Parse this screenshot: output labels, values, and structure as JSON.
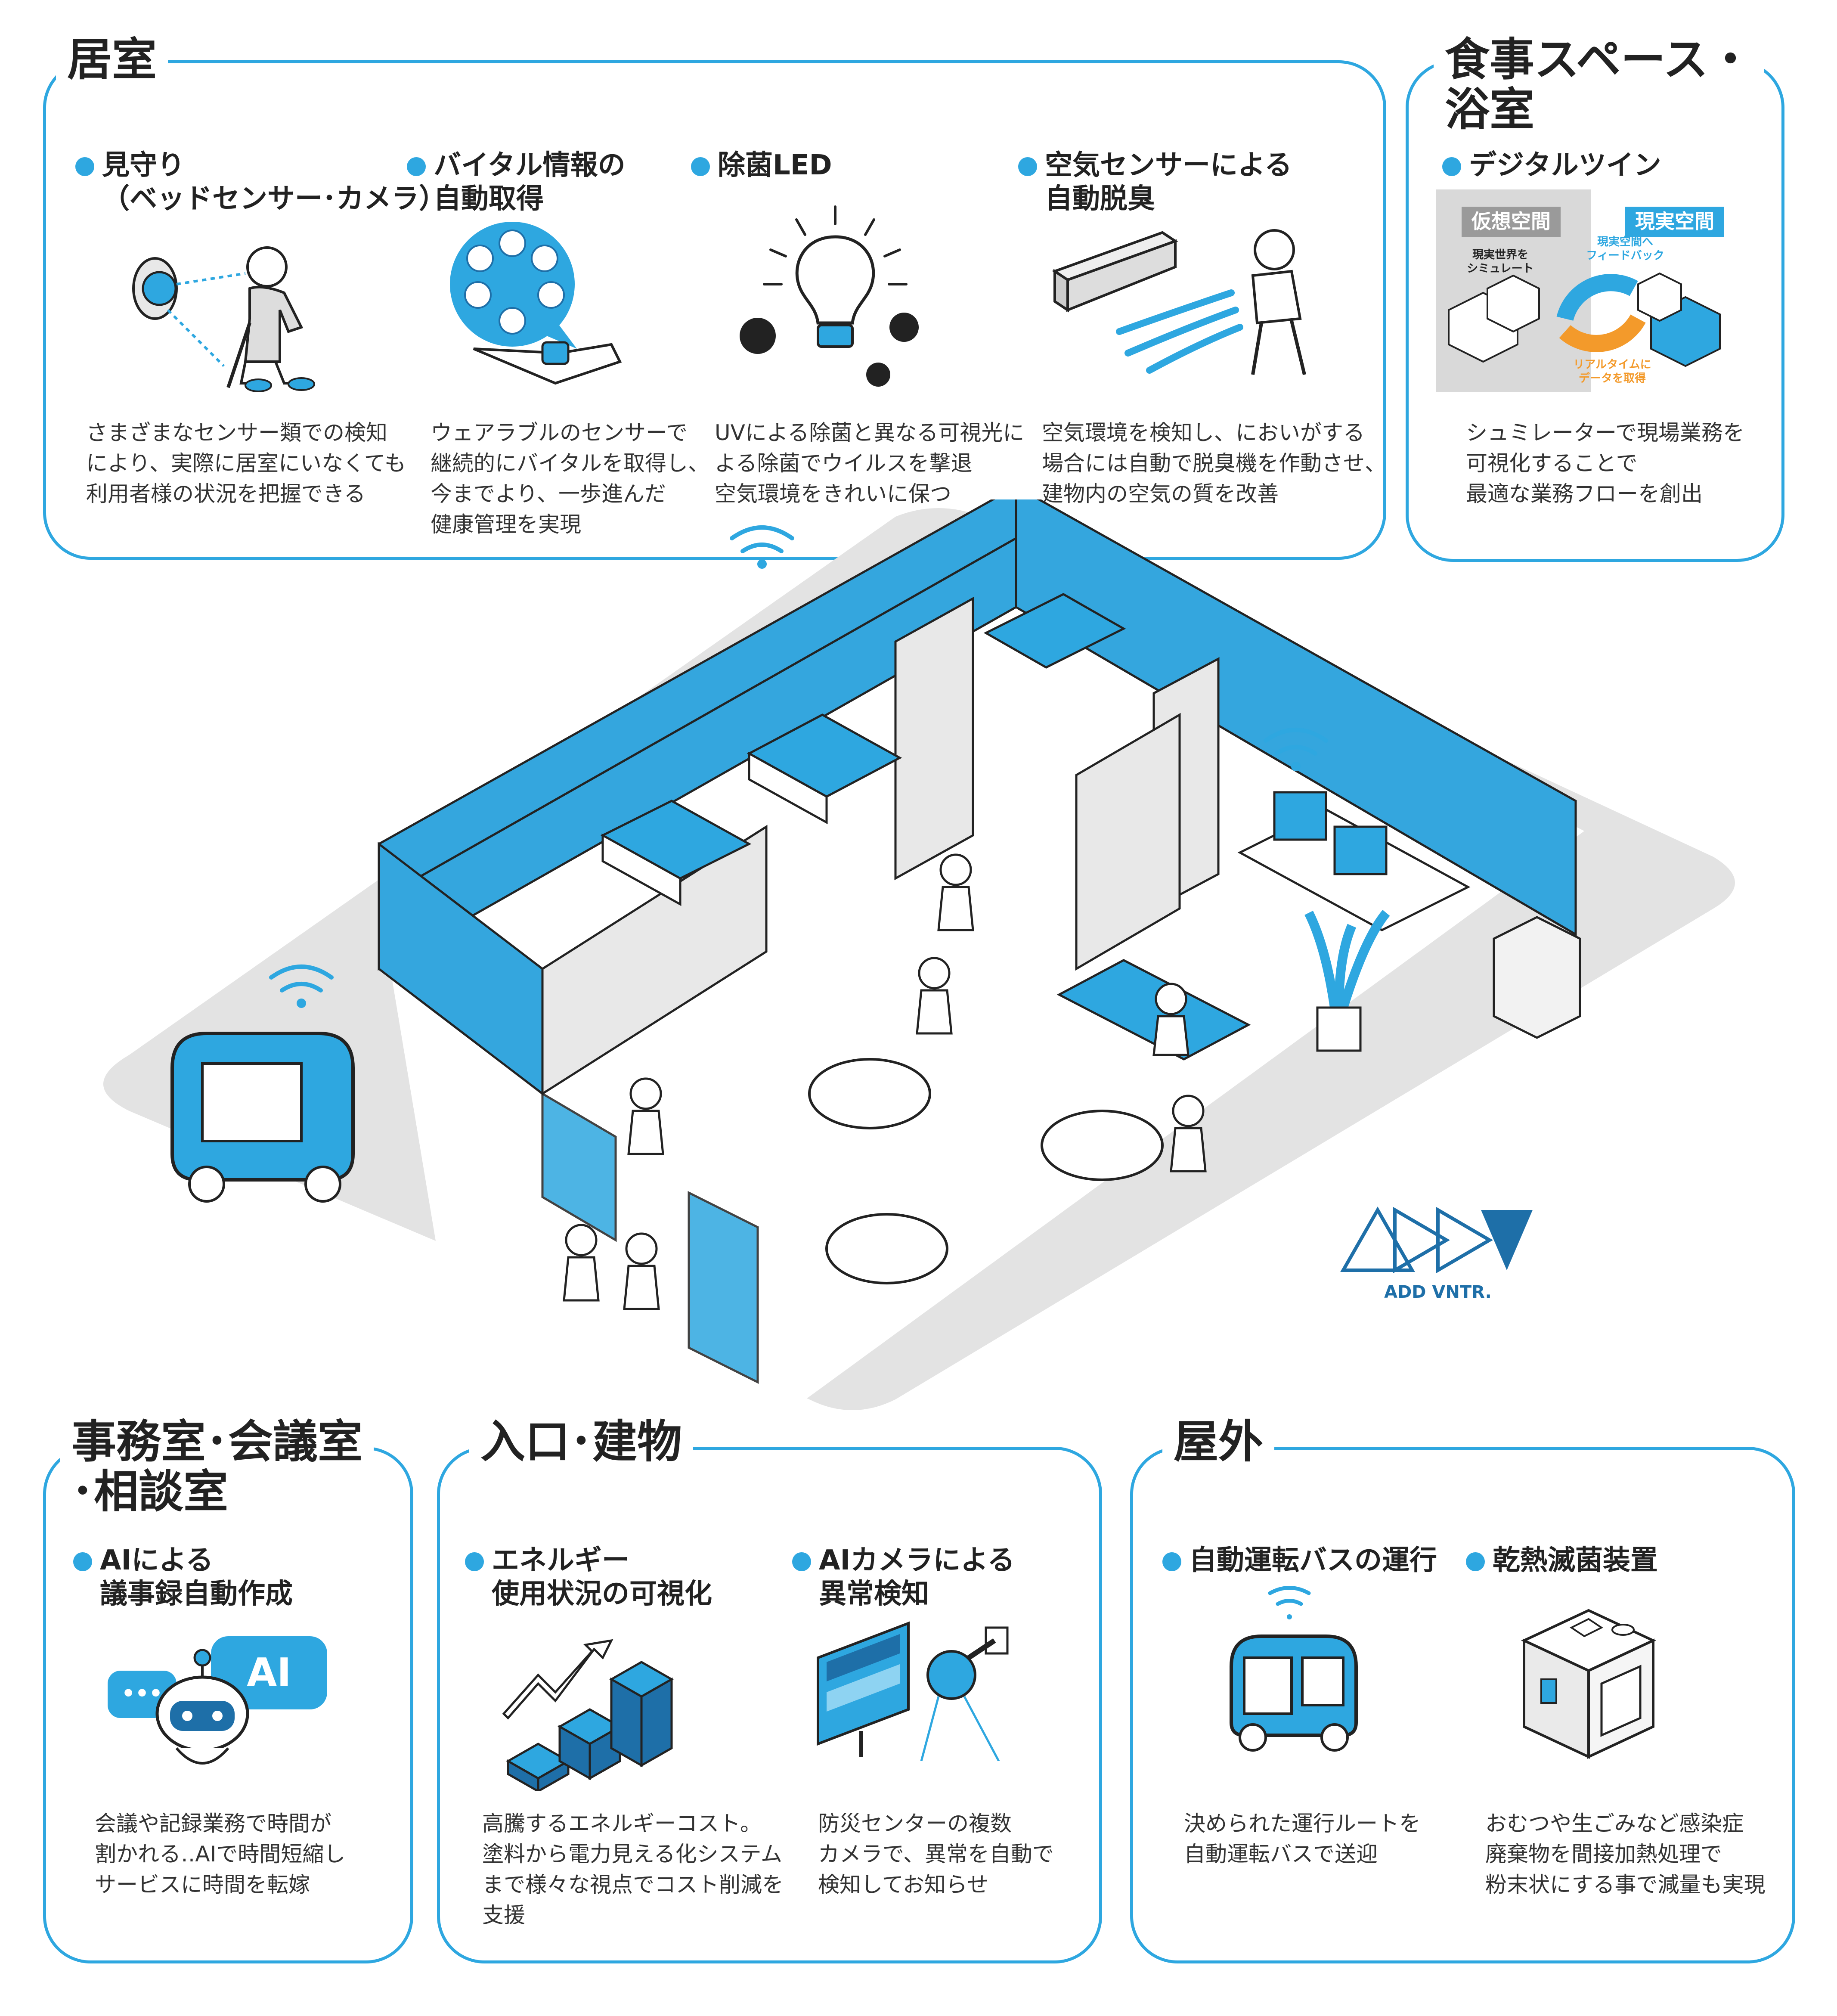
{
  "panels": {
    "kyoshitsu": {
      "title": "居室",
      "features": [
        {
          "title": "見守り\n（ベッドセンサー･カメラ）",
          "desc": "さまざまなセンサー類での検知\nにより、実際に居室にいなくても\n利用者様の状況を把握できる"
        },
        {
          "title": "バイタル情報の\n自動取得",
          "desc": "ウェアラブルのセンサーで\n継続的にバイタルを取得し、\n今までより、一歩進んだ\n健康管理を実現"
        },
        {
          "title": "除菌LED",
          "desc": "UVによる除菌と異なる可視光に\nよる除菌でウイルスを撃退\n空気環境をきれいに保つ"
        },
        {
          "title": "空気センサーによる\n自動脱臭",
          "desc": "空気環境を検知し、においがする\n場合には自動で脱臭機を作動させ、\n建物内の空気の質を改善"
        }
      ]
    },
    "shokuji": {
      "title": "食事スペース・\n浴室",
      "features": [
        {
          "title": "デジタルツイン",
          "desc": "シュミレーターで現場業務を\n可視化することで\n最適な業務フローを創出"
        }
      ],
      "twin": {
        "virtual_label": "仮想空間",
        "real_label": "現実空間",
        "simulate": "現実世界を\nシミュレート",
        "feedback": "現実空間へ\nフィードバック",
        "realtime": "リアルタイムに\nデータを取得"
      }
    },
    "jimu": {
      "title": "事務室･会議室\n･相談室",
      "features": [
        {
          "title": "AIによる\n議事録自動作成",
          "desc": "会議や記録業務で時間が\n割かれる‥AIで時間短縮し\nサービスに時間を転嫁"
        }
      ],
      "ai_label": "AI",
      "chat_dots": "•••"
    },
    "iriguchi": {
      "title": "入口･建物",
      "features": [
        {
          "title": "エネルギー\n使用状況の可視化",
          "desc": "高騰するエネルギーコスト。\n塗料から電力見える化システム\nまで様々な視点でコスト削減を\n支援"
        },
        {
          "title": "AIカメラによる\n異常検知",
          "desc": "防災センターの複数\nカメラで、異常を自動で\n検知してお知らせ"
        }
      ]
    },
    "okugai": {
      "title": "屋外",
      "features": [
        {
          "title": "自動運転バスの運行",
          "desc": "決められた運行ルートを\n自動運転バスで送迎"
        },
        {
          "title": "乾熱滅菌装置",
          "desc": "おむつや生ごみなど感染症\n廃棄物を間接加熱処理で\n粉末状にする事で減量も実現"
        }
      ]
    }
  },
  "logo": {
    "text": "ADD VNTR."
  },
  "colors": {
    "accent": "#2ea7e0",
    "dark_blue": "#1e6fa8",
    "orange": "#f39a2b",
    "floor": "#e3e3e3",
    "wall": "#34a6de"
  },
  "icons": [
    "bed-camera-icon",
    "vital-icon",
    "led-bulb-icon",
    "deodorizer-icon",
    "digital-twin-icon",
    "ai-robot-icon",
    "energy-chart-icon",
    "ai-camera-icon",
    "bus-icon",
    "sterilizer-icon",
    "wifi-icon"
  ]
}
